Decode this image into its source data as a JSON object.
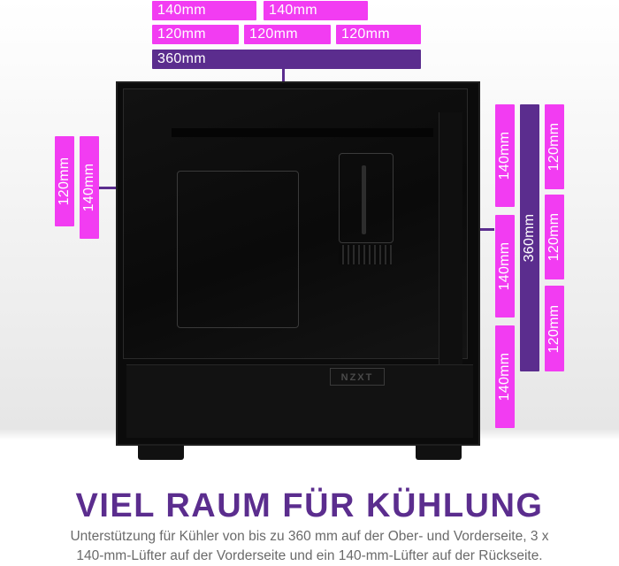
{
  "colors": {
    "accent": "#f23cf2",
    "secondary": "#5b2d8e",
    "case": "#0b0b0b",
    "text": "#6a6a6a"
  },
  "top_fans": {
    "row1": [
      "140mm",
      "140mm"
    ],
    "row2": [
      "120mm",
      "120mm",
      "120mm"
    ],
    "radiator": "360mm"
  },
  "rear_fans": [
    "120mm",
    "140mm"
  ],
  "front_fans": {
    "col1": [
      "140mm",
      "140mm",
      "140mm"
    ],
    "radiator": "360mm",
    "col3": [
      "120mm",
      "120mm",
      "120mm"
    ]
  },
  "case": {
    "logo": "NZXT"
  },
  "headline": "VIEL RAUM FÜR KÜHLUNG",
  "subtitle_line1": "Unterstützung für Kühler von bis zu 360 mm auf der Ober- und Vorderseite, 3 x",
  "subtitle_line2": "140-mm-Lüfter auf der Vorderseite und ein 140-mm-Lüfter auf der Rückseite."
}
